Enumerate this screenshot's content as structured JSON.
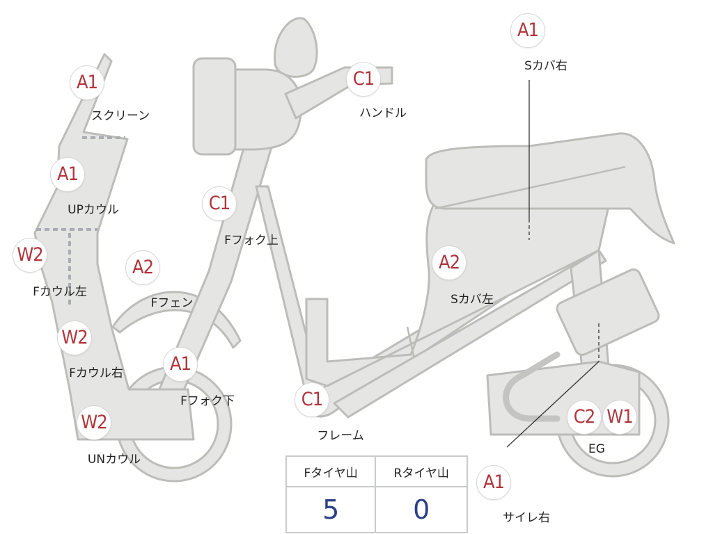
{
  "damage_marks": [
    {
      "id": "screen",
      "code": "A1",
      "label": "スクリーン"
    },
    {
      "id": "up-cowl",
      "code": "A1",
      "label": "UPカウル"
    },
    {
      "id": "f-cowl-left",
      "code": "W2",
      "label": "Fカウル左"
    },
    {
      "id": "f-cowl-right",
      "code": "W2",
      "label": "Fカウル右"
    },
    {
      "id": "un-cowl",
      "code": "W2",
      "label": "UNカウル"
    },
    {
      "id": "f-fender",
      "code": "A2",
      "label": "Fフェン"
    },
    {
      "id": "f-fork-upper",
      "code": "C1",
      "label": "Fフォク上"
    },
    {
      "id": "f-fork-lower",
      "code": "A1",
      "label": "Fフォク下"
    },
    {
      "id": "handle",
      "code": "C1",
      "label": "ハンドル"
    },
    {
      "id": "frame",
      "code": "C1",
      "label": "フレーム"
    },
    {
      "id": "s-cover-right",
      "code": "A1",
      "label": "Sカバ右"
    },
    {
      "id": "s-cover-left",
      "code": "A2",
      "label": "Sカバ左"
    },
    {
      "id": "engine",
      "code": "C2",
      "label": "EG"
    },
    {
      "id": "engine-2",
      "code": "W1",
      "label": ""
    },
    {
      "id": "muffler-right",
      "code": "A1",
      "label": "サイレ右"
    }
  ],
  "tread": {
    "front_header": "Fタイヤ山",
    "rear_header": "Rタイヤ山",
    "front_value": "5",
    "rear_value": "0"
  }
}
